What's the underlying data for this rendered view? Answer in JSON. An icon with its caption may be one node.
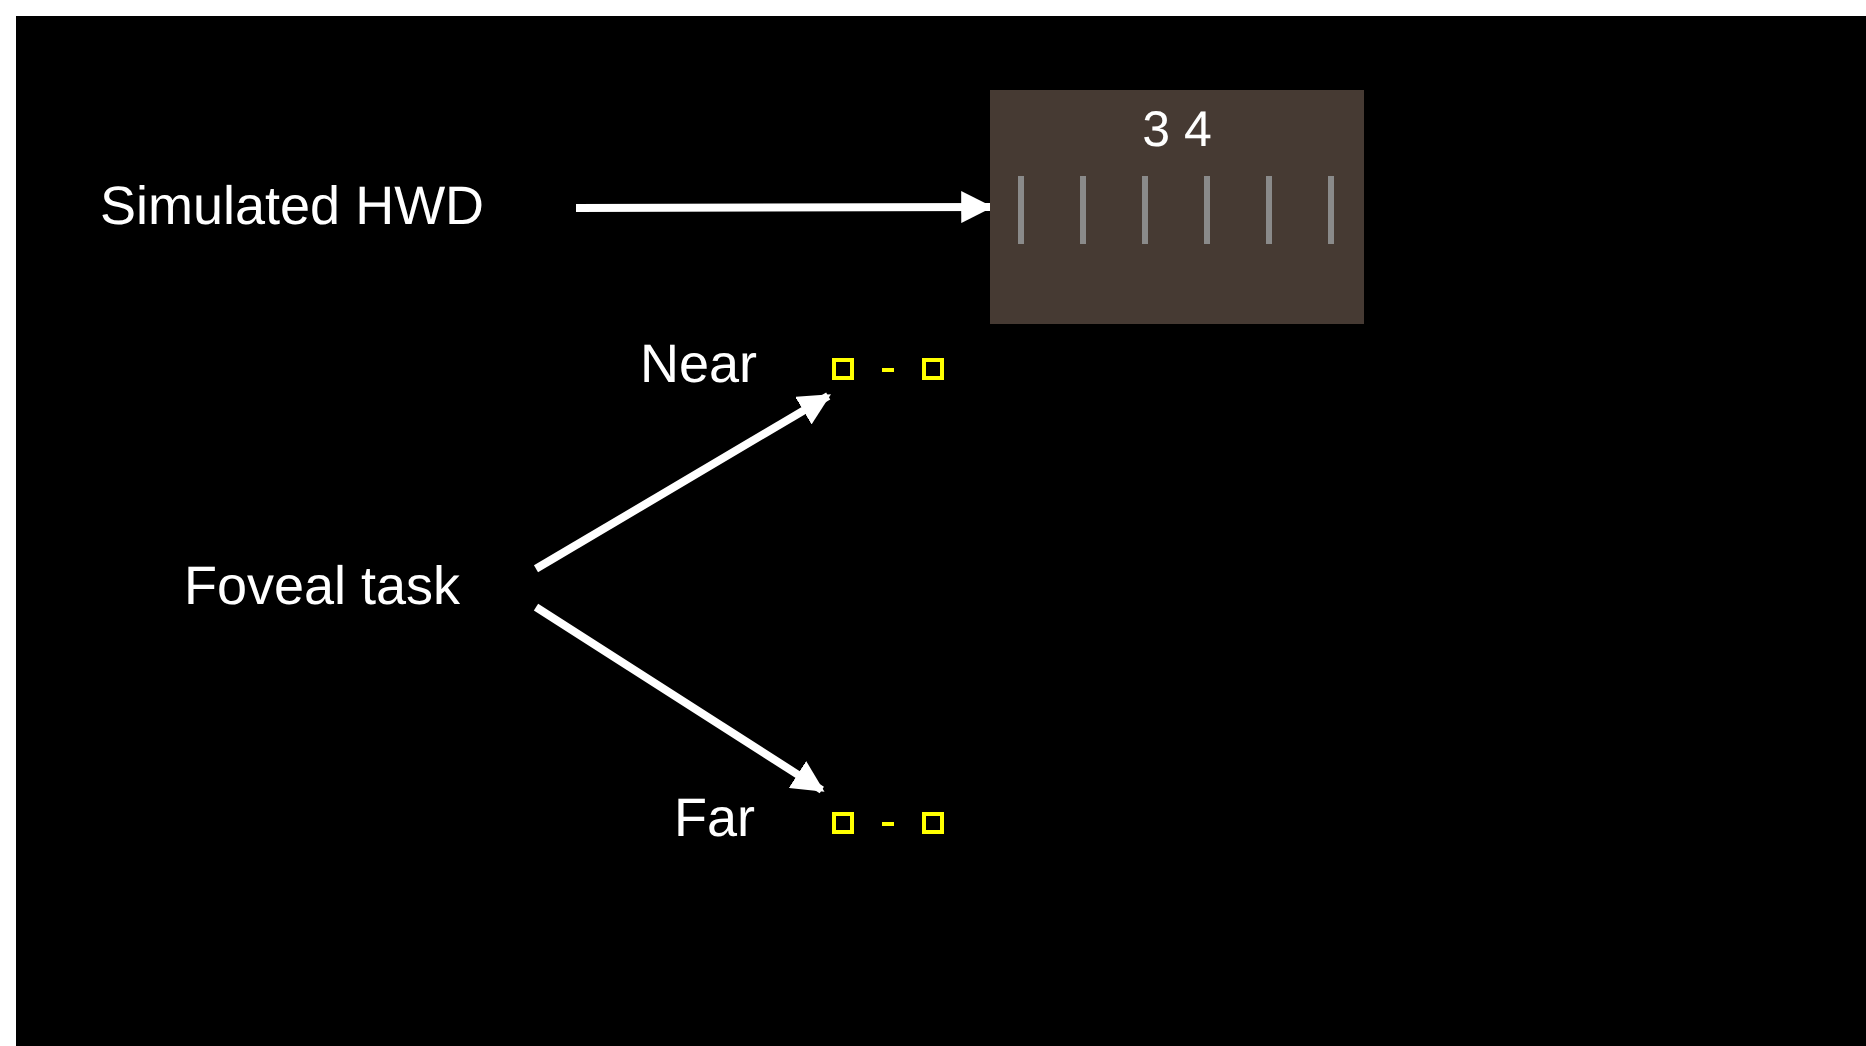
{
  "diagram": {
    "nodes": [
      {
        "text": [
          "Simulated HWD"
        ]
      },
      {
        "text": [
          "3 4"
        ]
      },
      {
        "text": [
          "Foveal task"
        ]
      },
      {
        "text": [
          "Near"
        ]
      },
      {
        "text": [
          "Far"
        ]
      }
    ],
    "edges": [
      {
        "from": 0,
        "to": 1,
        "arrow": "to"
      },
      {
        "from": 2,
        "to": 3,
        "arrow": "to"
      },
      {
        "from": 2,
        "to": 4,
        "arrow": "to"
      }
    ]
  }
}
